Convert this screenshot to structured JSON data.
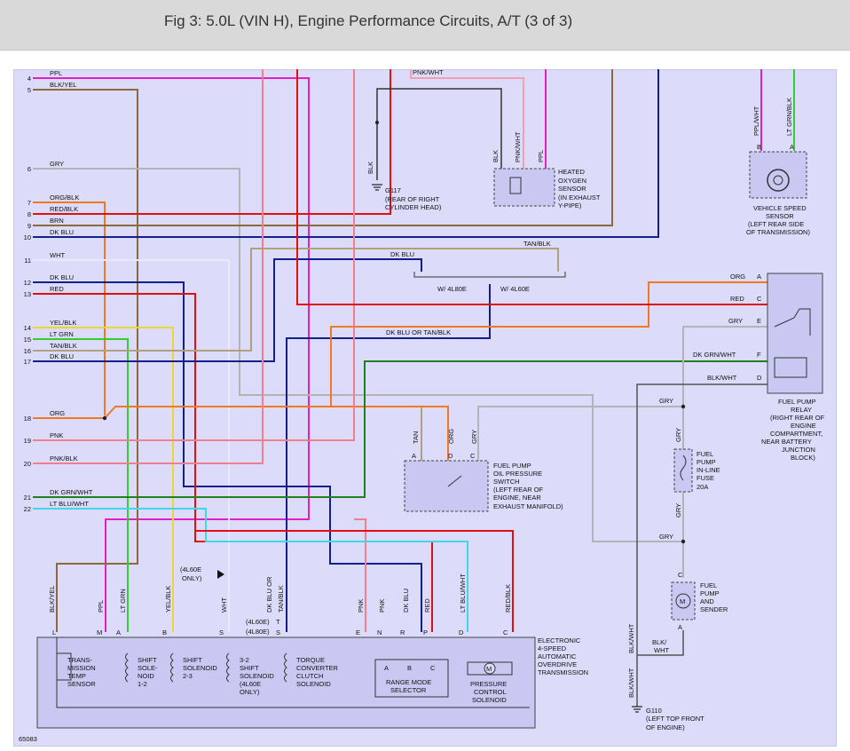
{
  "header": {
    "title": "Fig 3: 5.0L (VIN H), Engine Performance Circuits, A/T (3 of 3)"
  },
  "colors": {
    "panel_bg": "#dcdcfa",
    "component_bg": "#c8c8f2",
    "header_bg": "#d9d9d9",
    "ppl": "#e020c0",
    "brn": "#8a6a3a",
    "gry": "#b4b4b4",
    "org": "#f07820",
    "red": "#e01010",
    "dk_blu": "#14208a",
    "tan": "#b0a080",
    "yel": "#e8d830",
    "lt_grn": "#30d030",
    "pnk": "#f08090",
    "dk_grn": "#208020",
    "lt_blu": "#40d8e8",
    "blk": "#222222"
  },
  "left_pins": [
    {
      "num": "4",
      "label": "PPL"
    },
    {
      "num": "5",
      "label": "BLK/YEL"
    },
    {
      "num": "6",
      "label": "GRY"
    },
    {
      "num": "7",
      "label": "ORG/BLK"
    },
    {
      "num": "8",
      "label": "RED/BLK"
    },
    {
      "num": "9",
      "label": "BRN"
    },
    {
      "num": "10",
      "label": "DK BLU"
    },
    {
      "num": "11",
      "label": "WHT"
    },
    {
      "num": "12",
      "label": "DK BLU"
    },
    {
      "num": "13",
      "label": "RED"
    },
    {
      "num": "14",
      "label": "YEL/BLK"
    },
    {
      "num": "15",
      "label": "LT GRN"
    },
    {
      "num": "16",
      "label": "TAN/BLK"
    },
    {
      "num": "17",
      "label": "DK BLU"
    },
    {
      "num": "18",
      "label": "ORG"
    },
    {
      "num": "19",
      "label": "PNK"
    },
    {
      "num": "20",
      "label": "PNK/BLK"
    },
    {
      "num": "21",
      "label": "DK GRN/WHT"
    },
    {
      "num": "22",
      "label": "LT BLU/WHT"
    }
  ],
  "top_labels": {
    "pnk_wht": "PNK/WHT"
  },
  "ground_g117": {
    "wire": "BLK",
    "label": "G117",
    "desc": [
      "(REAR OF RIGHT",
      "CYLINDER HEAD)"
    ]
  },
  "o2_sensor": {
    "wires": [
      "BLK",
      "PNK/WHT",
      "PPL"
    ],
    "label": [
      "HEATED",
      "OXYGEN",
      "SENSOR",
      "(IN EXHAUST",
      "Y-PIPE)"
    ]
  },
  "vss": {
    "wires": [
      "PPL/WHT",
      "LT GRN/BLK"
    ],
    "pins": [
      "B",
      "A"
    ],
    "label": [
      "VEHICLE SPEED",
      "SENSOR",
      "(LEFT REAR SIDE",
      "OF TRANSMISSION)"
    ]
  },
  "mid_wires": {
    "tan_blk": "TAN/BLK",
    "dk_blu": "DK BLU",
    "w_4l80e": "W/ 4L80E",
    "w_4l60e": "W/ 4L60E",
    "dk_blu_or_tan_blk": "DK BLU OR TAN/BLK"
  },
  "relay": {
    "wires": [
      "ORG",
      "RED",
      "GRY",
      "DK GRN/WHT",
      "BLK/WHT"
    ],
    "pins": [
      "A",
      "C",
      "E",
      "F",
      "D"
    ],
    "label": [
      "FUEL PUMP",
      "RELAY",
      "(RIGHT REAR OF",
      "ENGINE",
      "COMPARTMENT,",
      "NEAR BATTERY",
      "JUNCTION",
      "BLOCK)"
    ]
  },
  "oil_switch": {
    "wires": [
      "TAN",
      "ORG",
      "GRY"
    ],
    "pins": [
      "A",
      "D",
      "C"
    ],
    "label": [
      "FUEL PUMP",
      "OIL PRESSURE",
      "SWITCH",
      "(LEFT REAR OF",
      "ENGINE, NEAR",
      "EXHAUST MANIFOLD)"
    ]
  },
  "fuse": {
    "wire_top": "GRY",
    "wire_mid": "GRY",
    "wire_bot": "GRY",
    "label": [
      "FUEL",
      "PUMP",
      "IN-LINE",
      "FUSE",
      "20A"
    ]
  },
  "gry_branch": "GRY",
  "fuel_pump": {
    "pins": [
      "C",
      "A"
    ],
    "label": [
      "FUEL",
      "PUMP",
      "AND",
      "SENDER"
    ]
  },
  "blk_wht": {
    "left": "BLK/WHT",
    "side": [
      "BLK/",
      "WHT"
    ],
    "lower": "BLK/WHT"
  },
  "ground_g110": {
    "label": "G110",
    "desc": [
      "(LEFT TOP FRONT",
      "OF ENGINE)"
    ]
  },
  "note_4l60e": [
    "(4L60E",
    "ONLY)"
  ],
  "trans": {
    "wires": [
      "BLK/YEL",
      "PPL",
      "LT GRN",
      "YEL/BLK",
      "WHT",
      "DK BLU OR",
      "TAN/BLK",
      "PNK",
      "PNK",
      "DK BLU",
      "RED",
      "LT BLU/WHT",
      "RED/BLK"
    ],
    "pins": [
      "L",
      "M",
      "A",
      "B",
      "S",
      "T",
      "S",
      "E",
      "N",
      "R",
      "P",
      "D",
      "C"
    ],
    "pin_notes": [
      "(4L60E)",
      "(4L80E)"
    ],
    "components": {
      "temp": [
        "TRANS-",
        "MISSION",
        "TEMP",
        "SENSOR"
      ],
      "ss12": [
        "SHIFT",
        "SOLE-",
        "NOID",
        "1-2"
      ],
      "ss23": [
        "SHIFT",
        "SOLENOID",
        "2-3"
      ],
      "ss32": [
        "3-2",
        "SHIFT",
        "SOLENOID",
        "(4L60E",
        "ONLY)"
      ],
      "tcc": [
        "TORQUE",
        "CONVERTER",
        "CLUTCH",
        "SOLENOID"
      ],
      "range_pins": [
        "A",
        "B",
        "C"
      ],
      "range": [
        "RANGE MODE",
        "SELECTOR"
      ],
      "pcs": [
        "PRESSURE",
        "CONTROL",
        "SOLENOID"
      ]
    },
    "label": [
      "ELECTRONIC",
      "4-SPEED",
      "AUTOMATIC",
      "OVERDRIVE",
      "TRANSMISSION"
    ]
  },
  "figure_number": "65083"
}
